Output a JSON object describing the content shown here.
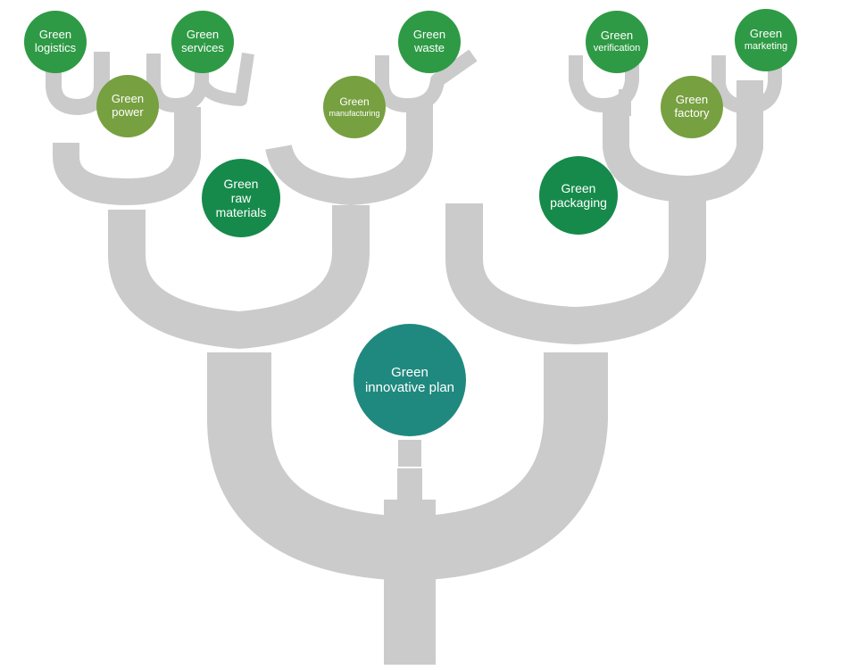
{
  "colors": {
    "trunk": "#cbcbcb",
    "dark_green": "#168a4a",
    "medium_green": "#2e9a45",
    "olive_green": "#77a040",
    "teal": "#20897f"
  },
  "nodes": {
    "center": {
      "line1": "Green",
      "line2": "innovative plan"
    },
    "raw_materials": {
      "line1": "Green",
      "line2": "raw",
      "line3": "materials"
    },
    "packaging": {
      "line1": "Green",
      "line2": "packaging"
    },
    "logistics": {
      "line1": "Green",
      "line2": "logistics"
    },
    "services": {
      "line1": "Green",
      "line2": "services"
    },
    "power": {
      "line1": "Green",
      "line2": "power"
    },
    "manufacturing": {
      "line1": "Green",
      "line2": "manufacturing"
    },
    "waste": {
      "line1": "Green",
      "line2": "waste"
    },
    "verification": {
      "line1": "Green",
      "line2": "verification"
    },
    "marketing": {
      "line1": "Green",
      "line2": "marketing"
    },
    "factory": {
      "line1": "Green",
      "line2": "factory"
    }
  }
}
